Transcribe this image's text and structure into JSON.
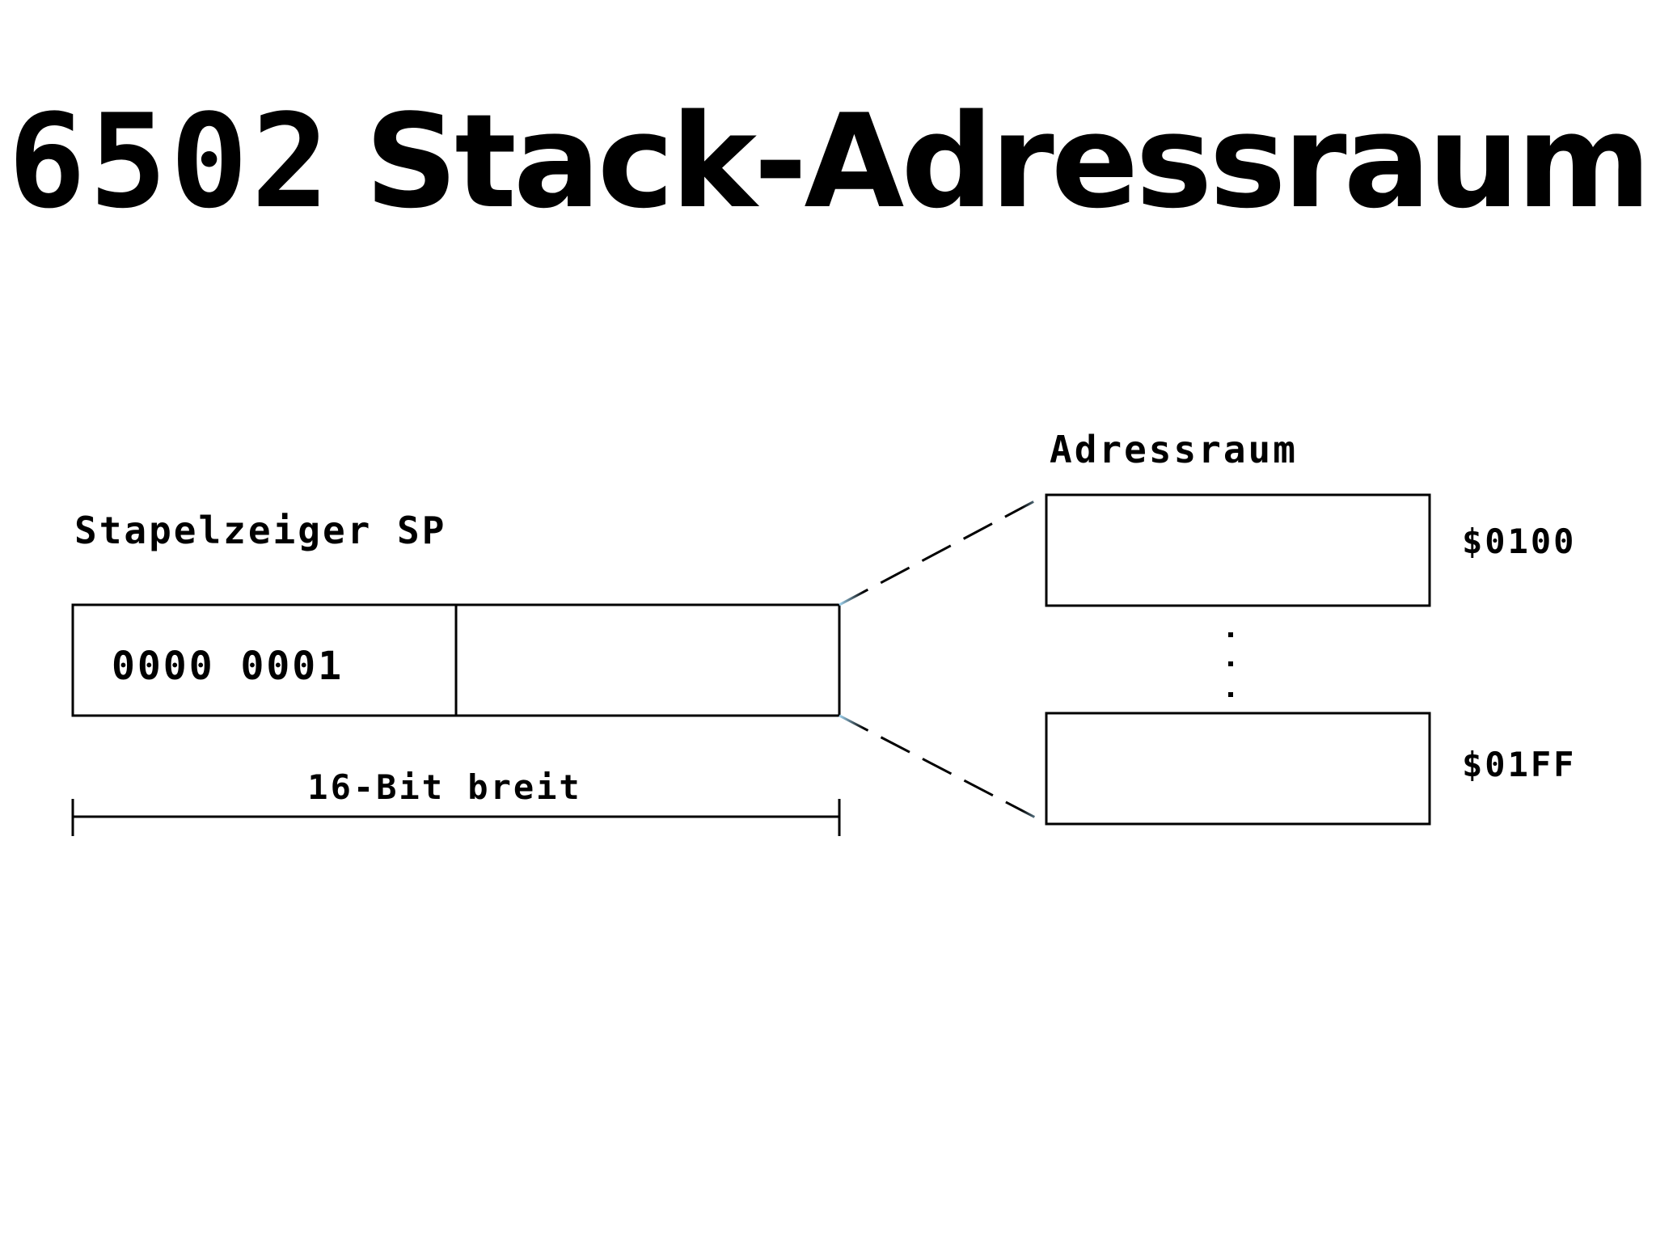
{
  "title": {
    "number": "6502",
    "text": "Stack-Adressraum"
  },
  "register": {
    "label": "Stapelzeiger SP",
    "high_byte": "0000 0001",
    "low_byte": "",
    "width_label": "16-Bit breit"
  },
  "memory": {
    "label": "Adressraum",
    "start_address": "$0100",
    "end_address": "$01FF",
    "ellipsis": "·"
  },
  "colors": {
    "line": "#000000",
    "connector_fade": "#9fd3ef",
    "background": "#ffffff"
  }
}
